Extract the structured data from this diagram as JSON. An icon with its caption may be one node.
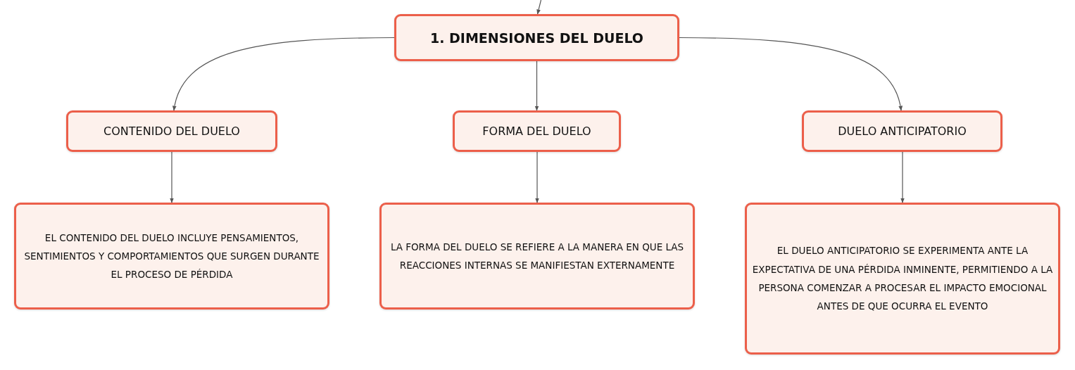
{
  "diagram": {
    "nodes": [
      {
        "text": [
          "1. DIMENSIONES DEL DUELO"
        ]
      },
      {
        "text": [
          "CONTENIDO DEL DUELO"
        ]
      },
      {
        "text": [
          "FORMA DEL DUELO"
        ]
      },
      {
        "text": [
          "DUELO ANTICIPATORIO"
        ]
      },
      {
        "text": [
          "EL CONTENIDO DEL DUELO INCLUYE PENSAMIENTOS, SENTIMIENTOS Y COMPORTAMIENTOS QUE SURGEN DURANTE EL PROCESO DE PÉRDIDA"
        ]
      },
      {
        "text": [
          "LA FORMA DEL DUELO SE REFIERE A LA MANERA EN QUE LAS REACCIONES INTERNAS SE MANIFIESTAN EXTERNAMENTE"
        ]
      },
      {
        "text": [
          "EL DUELO ANTICIPATORIO SE EXPERIMENTA ANTE LA EXPECTATIVA DE UNA PÉRDIDA INMINENTE, PERMITIENDO A LA PERSONA COMENZAR A PROCESAR EL IMPACTO EMOCIONAL ANTES DE QUE OCURRA EL EVENTO"
        ]
      }
    ],
    "edges": [
      {
        "from": null,
        "to": 0,
        "arrow": "to"
      },
      {
        "from": 0,
        "to": 1,
        "arrow": "to"
      },
      {
        "from": 0,
        "to": 2,
        "arrow": "to"
      },
      {
        "from": 0,
        "to": 3,
        "arrow": "to"
      },
      {
        "from": 1,
        "to": 4,
        "arrow": "to"
      },
      {
        "from": 2,
        "to": 5,
        "arrow": "to"
      },
      {
        "from": 3,
        "to": 6,
        "arrow": "to"
      }
    ]
  }
}
